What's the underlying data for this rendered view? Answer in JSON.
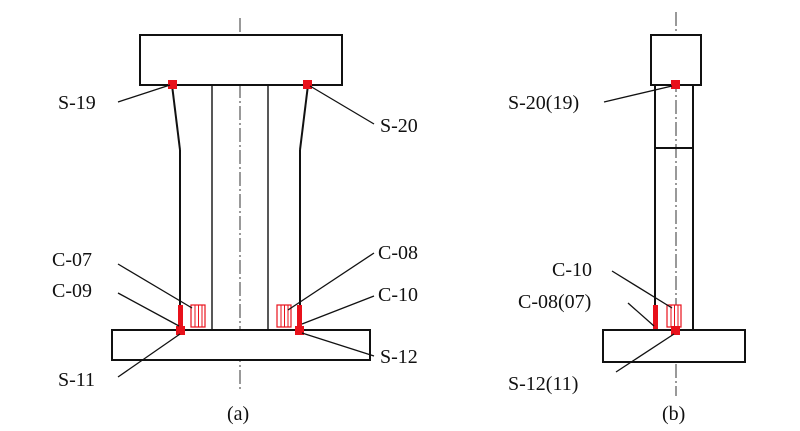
{
  "colors": {
    "sensor": "#e8111b",
    "ink": "#111111",
    "background": "#ffffff"
  },
  "panel_a": {
    "caption": "(a)",
    "labels": {
      "s19": "S-19",
      "s20": "S-20",
      "c07": "C-07",
      "c09": "C-09",
      "c08": "C-08",
      "c10": "C-10",
      "s11": "S-11",
      "s12": "S-12"
    }
  },
  "panel_b": {
    "caption": "(b)",
    "labels": {
      "s20_19": "S-20(19)",
      "c10": "C-10",
      "c08_07": "C-08(07)",
      "s12_11": "S-12(11)"
    }
  }
}
